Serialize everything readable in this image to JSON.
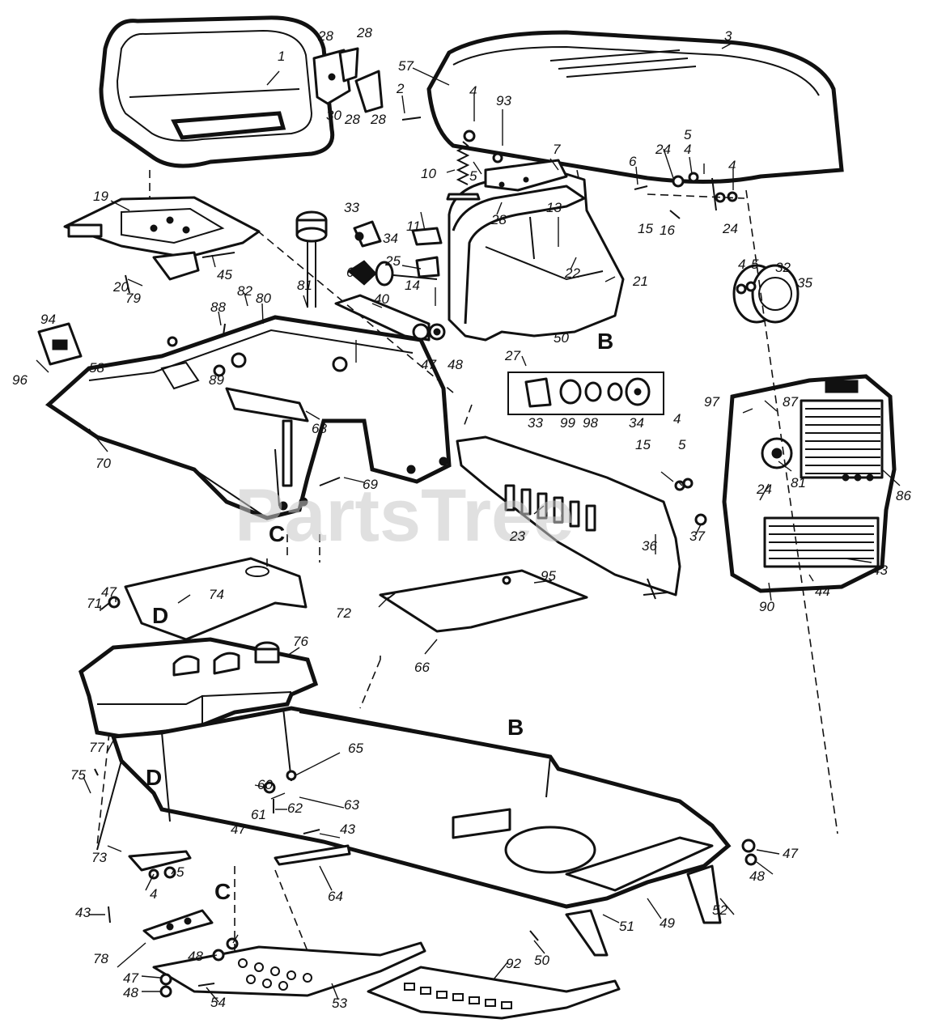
{
  "watermark": "PartsTree",
  "section_markers": [
    {
      "id": "B",
      "text": "B"
    },
    {
      "id": "B2",
      "text": "B"
    },
    {
      "id": "C",
      "text": "C"
    },
    {
      "id": "C2",
      "text": "C"
    },
    {
      "id": "D",
      "text": "D"
    },
    {
      "id": "D2",
      "text": "D"
    }
  ],
  "callouts": [
    {
      "id": "c1",
      "text": "1"
    },
    {
      "id": "c2",
      "text": "2"
    },
    {
      "id": "c3",
      "text": "3"
    },
    {
      "id": "c4a",
      "text": "4"
    },
    {
      "id": "c4b",
      "text": "4"
    },
    {
      "id": "c4c",
      "text": "4"
    },
    {
      "id": "c4d",
      "text": "4"
    },
    {
      "id": "c4e",
      "text": "4"
    },
    {
      "id": "c4f",
      "text": "4"
    },
    {
      "id": "c5a",
      "text": "5"
    },
    {
      "id": "c5b",
      "text": "5"
    },
    {
      "id": "c5c",
      "text": "5"
    },
    {
      "id": "c5d",
      "text": "5"
    },
    {
      "id": "c5e",
      "text": "5"
    },
    {
      "id": "c6",
      "text": "6"
    },
    {
      "id": "c7",
      "text": "7"
    },
    {
      "id": "c10",
      "text": "10"
    },
    {
      "id": "c11",
      "text": "11"
    },
    {
      "id": "c13",
      "text": "13"
    },
    {
      "id": "c14",
      "text": "14"
    },
    {
      "id": "c15a",
      "text": "15"
    },
    {
      "id": "c15b",
      "text": "15"
    },
    {
      "id": "c16",
      "text": "16"
    },
    {
      "id": "c19",
      "text": "19"
    },
    {
      "id": "c20",
      "text": "20"
    },
    {
      "id": "c21",
      "text": "21"
    },
    {
      "id": "c22",
      "text": "22"
    },
    {
      "id": "c23",
      "text": "23"
    },
    {
      "id": "c24a",
      "text": "24"
    },
    {
      "id": "c24b",
      "text": "24"
    },
    {
      "id": "c24c",
      "text": "24"
    },
    {
      "id": "c25",
      "text": "25"
    },
    {
      "id": "c27",
      "text": "27"
    },
    {
      "id": "c28a",
      "text": "28"
    },
    {
      "id": "c28b",
      "text": "28"
    },
    {
      "id": "c28c",
      "text": "28"
    },
    {
      "id": "c28d",
      "text": "28"
    },
    {
      "id": "c28e",
      "text": "28"
    },
    {
      "id": "c30",
      "text": "30"
    },
    {
      "id": "c32",
      "text": "32"
    },
    {
      "id": "c33a",
      "text": "33"
    },
    {
      "id": "c33b",
      "text": "33"
    },
    {
      "id": "c34a",
      "text": "34"
    },
    {
      "id": "c34b",
      "text": "34"
    },
    {
      "id": "c35",
      "text": "35"
    },
    {
      "id": "c36",
      "text": "36"
    },
    {
      "id": "c37",
      "text": "37"
    },
    {
      "id": "c40",
      "text": "40"
    },
    {
      "id": "c43a",
      "text": "43"
    },
    {
      "id": "c43b",
      "text": "43"
    },
    {
      "id": "c43c",
      "text": "43"
    },
    {
      "id": "c44",
      "text": "44"
    },
    {
      "id": "c45",
      "text": "45"
    },
    {
      "id": "c47a",
      "text": "47"
    },
    {
      "id": "c47b",
      "text": "47"
    },
    {
      "id": "c47c",
      "text": "47"
    },
    {
      "id": "c47d",
      "text": "47"
    },
    {
      "id": "c47e",
      "text": "47"
    },
    {
      "id": "c48a",
      "text": "48"
    },
    {
      "id": "c48b",
      "text": "48"
    },
    {
      "id": "c48c",
      "text": "48"
    },
    {
      "id": "c48d",
      "text": "48"
    },
    {
      "id": "c49",
      "text": "49"
    },
    {
      "id": "c50a",
      "text": "50"
    },
    {
      "id": "c50b",
      "text": "50"
    },
    {
      "id": "c51",
      "text": "51"
    },
    {
      "id": "c52",
      "text": "52"
    },
    {
      "id": "c53",
      "text": "53"
    },
    {
      "id": "c54",
      "text": "54"
    },
    {
      "id": "c57",
      "text": "57"
    },
    {
      "id": "c58",
      "text": "58"
    },
    {
      "id": "c60",
      "text": "60"
    },
    {
      "id": "c61",
      "text": "61"
    },
    {
      "id": "c62",
      "text": "62"
    },
    {
      "id": "c63",
      "text": "63"
    },
    {
      "id": "c64",
      "text": "64"
    },
    {
      "id": "c65",
      "text": "65"
    },
    {
      "id": "c66",
      "text": "66"
    },
    {
      "id": "c67",
      "text": "67"
    },
    {
      "id": "c68",
      "text": "68"
    },
    {
      "id": "c69",
      "text": "69"
    },
    {
      "id": "c70",
      "text": "70"
    },
    {
      "id": "c71",
      "text": "71"
    },
    {
      "id": "c72",
      "text": "72"
    },
    {
      "id": "c73",
      "text": "73"
    },
    {
      "id": "c74",
      "text": "74"
    },
    {
      "id": "c75",
      "text": "75"
    },
    {
      "id": "c76",
      "text": "76"
    },
    {
      "id": "c77",
      "text": "77"
    },
    {
      "id": "c78",
      "text": "78"
    },
    {
      "id": "c79",
      "text": "79"
    },
    {
      "id": "c80",
      "text": "80"
    },
    {
      "id": "c81a",
      "text": "81"
    },
    {
      "id": "c81b",
      "text": "81"
    },
    {
      "id": "c82",
      "text": "82"
    },
    {
      "id": "c86",
      "text": "86"
    },
    {
      "id": "c87",
      "text": "87"
    },
    {
      "id": "c88",
      "text": "88"
    },
    {
      "id": "c89",
      "text": "89"
    },
    {
      "id": "c90",
      "text": "90"
    },
    {
      "id": "c92",
      "text": "92"
    },
    {
      "id": "c93",
      "text": "93"
    },
    {
      "id": "c94",
      "text": "94"
    },
    {
      "id": "c95",
      "text": "95"
    },
    {
      "id": "c96",
      "text": "96"
    },
    {
      "id": "c97",
      "text": "97"
    },
    {
      "id": "c98",
      "text": "98"
    },
    {
      "id": "c99",
      "text": "99"
    }
  ]
}
